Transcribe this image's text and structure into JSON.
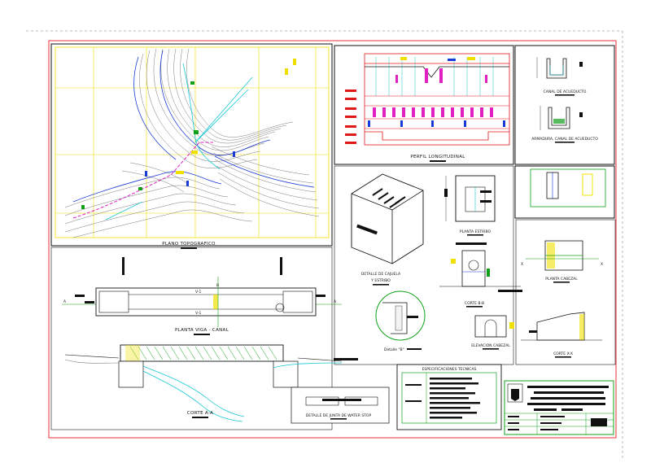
{
  "labels": {
    "plano_topografico": "PLANO TOPOGRAFICO",
    "perfil_longitudinal": "PERFIL LONGITUDINAL",
    "canal_acueducto": "CANAL DE ACUEDUCTO",
    "armadura_canal": "ARMADURA, CANAL DE ACUEDUCTO",
    "planta_estribo": "PLANTA ESTRIBO",
    "detalle_cajuela_1": "DETALLE DE CAJUELA",
    "detalle_cajuela_2": "Y ESTRIBO",
    "planta_cabezal": "PLANTA CABEZAL",
    "corte_bb": "CORTE B-B",
    "elevacion_cabezal": "ELEVACION CABEZAL",
    "corte_xx": "CORTE X-X",
    "planta_viga": "PLANTA VIGA - CANAL",
    "corte_aa": "CORTE A-A",
    "detalle_junta": "DETALLE DE JUNTA DE WATER STOP",
    "detalle_b": "Detalle \"B\"",
    "especificaciones": "ESPECIFICACIONES TECNICAS",
    "marker_x": "X",
    "marker_a": "A",
    "marker_b": "B",
    "beam_v1": "V-1"
  },
  "colors": {
    "border": "#e8303a",
    "frame": "#111111",
    "grid": "#f0e000",
    "contour": "#7a7a7a",
    "contour_major": "#1a3ad8",
    "cyan": "#19c7d6",
    "magenta": "#e020c0",
    "green": "#10a018",
    "red": "#e01818"
  }
}
